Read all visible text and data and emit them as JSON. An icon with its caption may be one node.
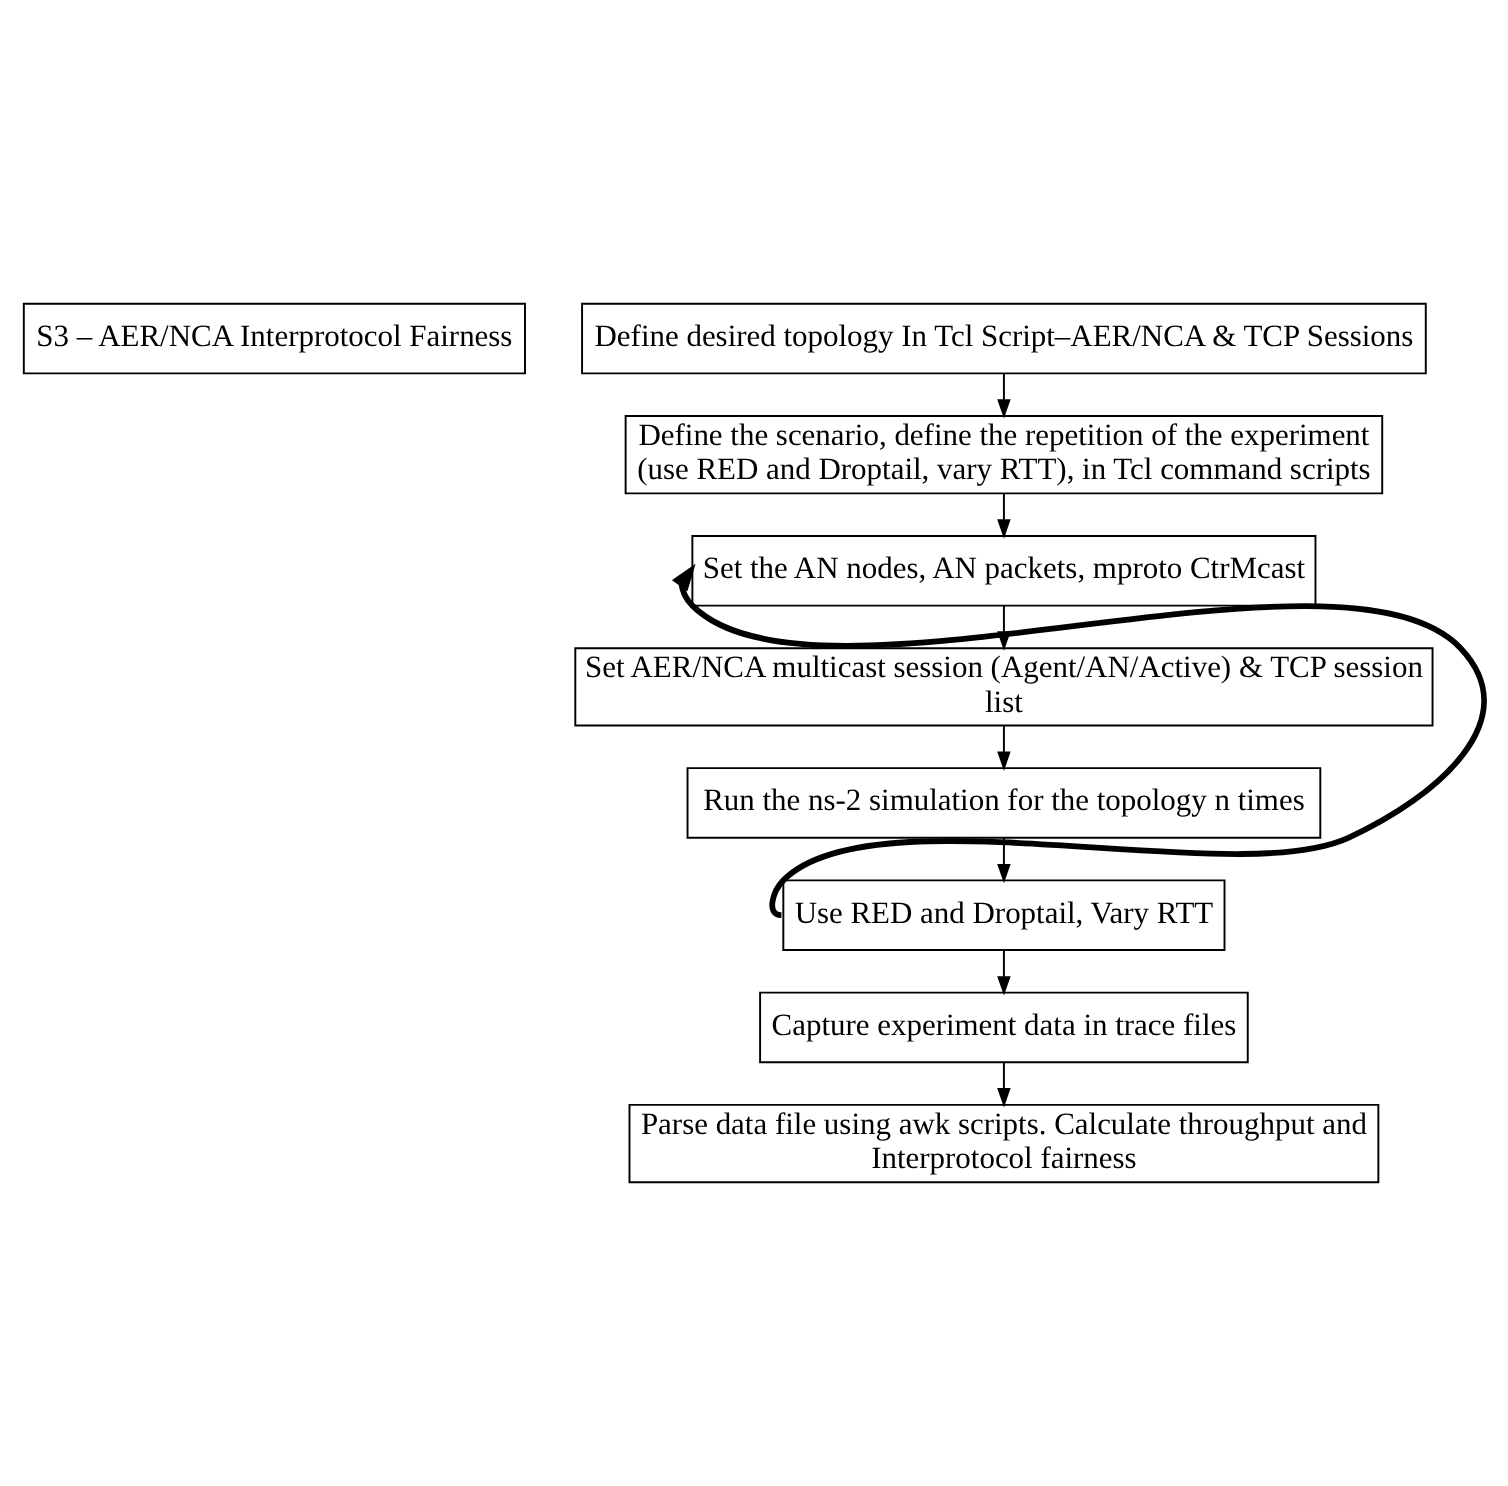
{
  "diagram": {
    "nodes": [
      {
        "text": [
          "S3 – AER/NCA Interprotocol Fairness"
        ]
      },
      {
        "text": [
          "Define desired topology In Tcl Script–AER/NCA & TCP Sessions"
        ]
      },
      {
        "text": [
          "Define the scenario, define the repetition of the experiment (use RED and Droptail, vary RTT), in Tcl command scripts"
        ]
      },
      {
        "text": [
          "Set the AN nodes, AN packets, mproto CtrMcast"
        ]
      },
      {
        "text": [
          "Set AER/NCA multicast session (Agent/AN/Active) & TCP session list"
        ]
      },
      {
        "text": [
          "Run the ns-2 simulation for the topology n times"
        ]
      },
      {
        "text": [
          "Use RED and Droptail, Vary RTT"
        ]
      },
      {
        "text": [
          "Capture experiment data in trace files"
        ]
      },
      {
        "text": [
          "Parse data file using awk scripts. Calculate throughput and Interprotocol fairness"
        ]
      }
    ],
    "edges": [
      {
        "from": 1,
        "to": 2,
        "arrow": "to"
      },
      {
        "from": 2,
        "to": 3,
        "arrow": "to"
      },
      {
        "from": 3,
        "to": 4,
        "arrow": "to"
      },
      {
        "from": 4,
        "to": 5,
        "arrow": "to"
      },
      {
        "from": 5,
        "to": 6,
        "arrow": "to"
      },
      {
        "from": 6,
        "to": 3,
        "arrow": "to",
        "style": "thick"
      },
      {
        "from": 6,
        "to": 7,
        "arrow": "to"
      },
      {
        "from": 7,
        "to": 8,
        "arrow": "to"
      }
    ]
  }
}
